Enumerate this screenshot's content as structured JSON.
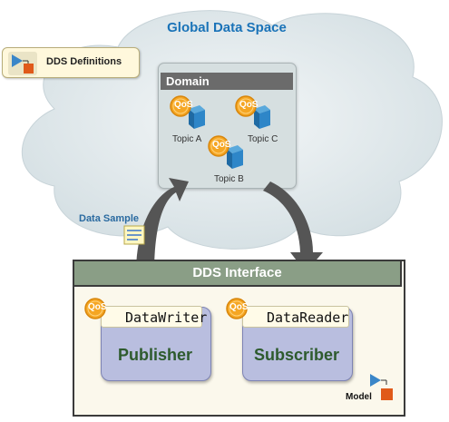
{
  "cloud": {
    "title": "Global Data Space"
  },
  "definitions": {
    "label": "DDS Definitions"
  },
  "domain": {
    "title": "Domain",
    "qos_badge": "QoS",
    "topics": [
      "Topic A",
      "Topic C",
      "Topic B"
    ]
  },
  "data_sample": {
    "label": "Data Sample"
  },
  "interface": {
    "title": "DDS Interface",
    "writer": {
      "api": "DataWriter",
      "role": "Publisher"
    },
    "reader": {
      "api": "DataReader",
      "role": "Subscriber"
    },
    "model_label": "Model"
  },
  "colors": {
    "cloud_fill": "#dde6e8",
    "title_blue": "#1a73b8",
    "qos_orange": "#f5a623",
    "cube_blue": "#2e7fb8",
    "role_fill": "#b9bedf",
    "role_text": "#2d5a2d",
    "header_green": "#8a9e86"
  }
}
